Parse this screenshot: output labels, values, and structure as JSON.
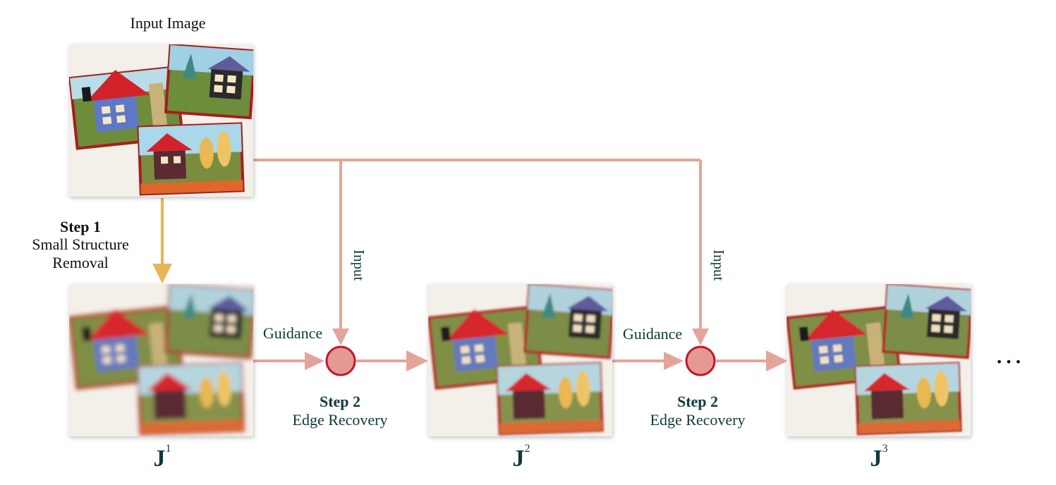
{
  "input_label": "Input Image",
  "step1": {
    "title": "Step 1",
    "line1": "Small Structure",
    "line2": "Removal"
  },
  "step2a": {
    "title": "Step 2",
    "subtitle": "Edge Recovery"
  },
  "step2b": {
    "title": "Step 2",
    "subtitle": "Edge Recovery"
  },
  "guidance_a": "Guidance",
  "guidance_b": "Guidance",
  "input_a": "Input",
  "input_b": "Input",
  "j_labels": [
    {
      "base": "J",
      "sup": "1"
    },
    {
      "base": "J",
      "sup": "2"
    },
    {
      "base": "J",
      "sup": "3"
    }
  ],
  "ellipsis": "…",
  "colors": {
    "flow_arrow": "#e3a59a",
    "step1_arrow": "#e8b455",
    "node_fill": "#e39a93",
    "node_stroke": "#c4152a"
  }
}
